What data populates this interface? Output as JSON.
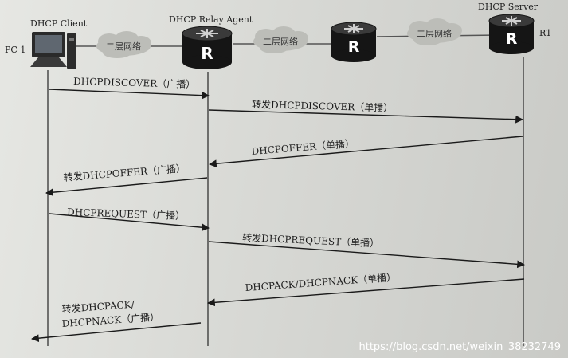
{
  "nodes": {
    "client": {
      "title": "DHCP Client",
      "pc_label": "PC 1"
    },
    "relay": {
      "title": "DHCP Relay Agent"
    },
    "server": {
      "title": "DHCP Server",
      "id_label": "R1"
    },
    "router_glyph": "R"
  },
  "clouds": [
    "二层网络",
    "二层网络",
    "二层网络"
  ],
  "messages": [
    {
      "lines": [
        "DHCPDISCOVER（广播）"
      ]
    },
    {
      "lines": [
        "转发DHCPDISCOVER（单播）"
      ]
    },
    {
      "lines": [
        "DHCPOFFER（单播）"
      ]
    },
    {
      "lines": [
        "转发DHCPOFFER（广播）"
      ]
    },
    {
      "lines": [
        "DHCPREQUEST（广播）"
      ]
    },
    {
      "lines": [
        "转发DHCPREQUEST（单播）"
      ]
    },
    {
      "lines": [
        "DHCPACK/DHCPNACK（单播）"
      ]
    },
    {
      "lines": [
        "转发DHCPACK/",
        "DHCPNACK（广播）"
      ]
    }
  ],
  "watermark": "https://blog.csdn.net/weixin_38232749",
  "colors": {
    "arrow": "#1a1a1a",
    "router_body": "#151515",
    "router_text": "#ffffff",
    "cloud": "#bcbdb8"
  },
  "icons": {
    "pc": "desktop-computer-icon",
    "router": "router-icon",
    "cloud": "cloud-icon"
  }
}
